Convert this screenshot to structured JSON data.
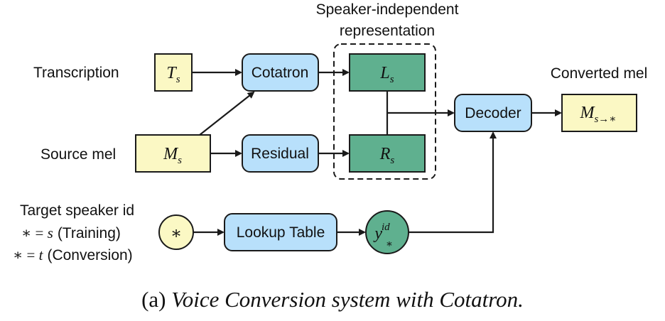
{
  "labels": {
    "transcription": "Transcription",
    "source_mel": "Source mel",
    "target_speaker_id": "Target speaker id",
    "training_suffix": "(Training)",
    "conversion_suffix": "(Conversion)",
    "speaker_independent_line1": "Speaker-independent",
    "speaker_independent_line2": "representation",
    "converted_mel": "Converted mel"
  },
  "math": {
    "star": "∗",
    "equals": " = ",
    "s": "s",
    "t": "t",
    "T": "T",
    "M": "M",
    "L": "L",
    "R": "R",
    "y": "y",
    "id": "id",
    "s_to_star": "s→∗"
  },
  "blocks": {
    "cotatron": "Cotatron",
    "residual": "Residual",
    "decoder": "Decoder",
    "lookup_table": "Lookup Table"
  },
  "caption": {
    "prefix": "(a) ",
    "text": "Voice Conversion system with Cotatron."
  },
  "colors": {
    "input_fill": "#fbf8c4",
    "module_fill": "#b8e0fb",
    "latent_fill": "#5fb08f",
    "stroke": "#1a1a1a"
  }
}
